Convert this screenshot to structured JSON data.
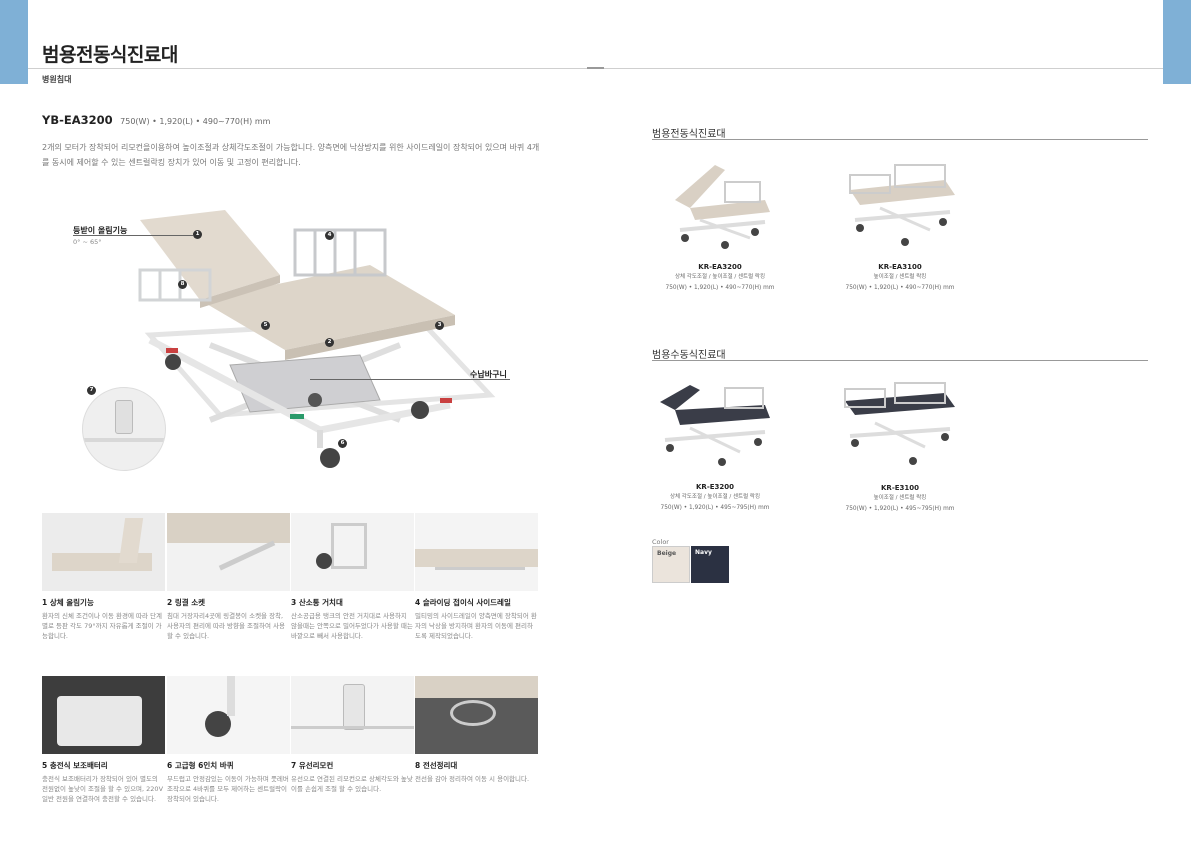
{
  "header": {
    "title": "범용전동식진료대",
    "section": "병원침대"
  },
  "product": {
    "model": "YB-EA3200",
    "spec": "750(W) • 1,920(L) • 490~770(H) mm",
    "description": "2개의 모터가 장착되어 리모컨을이용하여 높이조절과 상체각도조절이 가능합니다. 양측면에 낙상방지를 위한 사이드레일이 장착되어 있으며 바퀴 4개를 동시에 제어할 수 있는 센트럴락킹 장치가 있어 이동 및 고정이 편리합니다."
  },
  "callouts": {
    "backrest_title": "등받이 올림기능",
    "backrest_range": "0° ~ 65°",
    "basket": "수납바구니"
  },
  "badges": [
    "1",
    "2",
    "3",
    "4",
    "5",
    "6",
    "7",
    "8"
  ],
  "features": [
    {
      "title": "1 상체 올림기능",
      "desc": "환자의 신체 조건이나 이동 환경에 따라 단계별로 등판 각도 79°까지 자유롭게 조절이 가능합니다."
    },
    {
      "title": "2 링결 소켓",
      "desc": "침대 거장자리4곳에 링결봉이 소켓을 장착, 사용자의 편리에 따라 방향을 조절하여 사용할 수 있습니다."
    },
    {
      "title": "3 산소통 거치대",
      "desc": "산소공급용 탱크의 안전 거치대로 사용하지 않을때는 안쪽으로 밀어두었다가 사용할 때는 바깥으로 빼서 사용합니다."
    },
    {
      "title": "4 슬라이딩 접이식 사이드레일",
      "desc": "밀티밍의 사이드레일이 양측면에 장착되어 환자의 낙상을 방지하며 환자의 이동에 편리하도록 제작되었습니다."
    },
    {
      "title": "5 충전식 보조배터리",
      "desc": "충전식 보조배터리가 장착되어 있어 별도의 전원없이 높낮이 조절을 할 수 있으며, 220V 일반 전원을 연결하여 충전할 수 있습니다."
    },
    {
      "title": "6 고급형 6인치 바퀴",
      "desc": "부드럽고 안정감있는 이동이 가능하며 풋레버 조작으로 4바퀴를 모두 제어하는 센트럴락이 장착되어 있습니다."
    },
    {
      "title": "7 유선리모컨",
      "desc": "유선으로 연결된 리모컨으로 상체각도와 높낮이를 손쉽게 조절 할 수 있습니다."
    },
    {
      "title": "8 전선정리대",
      "desc": "전선을 감아 정리하여 이동 시 용이합니다."
    }
  ],
  "electric_section": {
    "title": "범용전동식진료대",
    "items": [
      {
        "name": "KR-EA3200",
        "desc": "상체 각도조절 / 높이조절 / 센트럴 락킹",
        "spec": "750(W) • 1,920(L) • 490~770(H) mm",
        "color": "#d9d0c4"
      },
      {
        "name": "KR-EA3100",
        "desc": "높이조절 / 센트럴 락킹",
        "spec": "750(W) • 1,920(L) • 490~770(H) mm",
        "color": "#d9d0c4"
      }
    ]
  },
  "manual_section": {
    "title": "범용수동식진료대",
    "items": [
      {
        "name": "KR-E3200",
        "desc": "상체 각도조절 / 높이조절 / 센트럴 락킹",
        "spec": "750(W) • 1,920(L) • 495~795(H) mm",
        "color": "#3a3d48"
      },
      {
        "name": "KR-E3100",
        "desc": "높이조절 / 센트럴 락킹",
        "spec": "750(W) • 1,920(L) • 495~795(H) mm",
        "color": "#3a3d48"
      }
    ]
  },
  "colors": {
    "label": "Color",
    "swatches": [
      {
        "name": "Beige",
        "hex": "#ebe4dc"
      },
      {
        "name": "Navy",
        "hex": "#2b3142"
      }
    ]
  }
}
